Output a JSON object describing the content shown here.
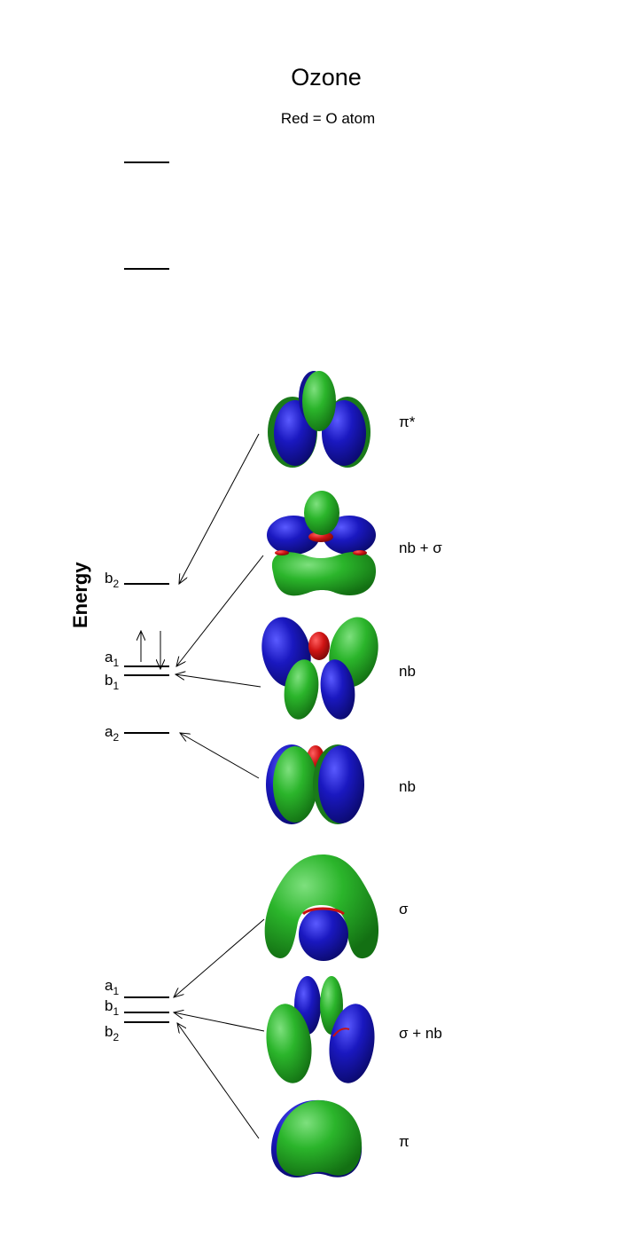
{
  "title": "Ozone",
  "subtitle": "Red = O atom",
  "axis_label": "Energy",
  "levels": [
    {
      "sym": "b",
      "sub": "2"
    },
    {
      "sym": "a",
      "sub": "1"
    },
    {
      "sym": "b",
      "sub": "1"
    },
    {
      "sym": "a",
      "sub": "2"
    },
    {
      "sym": "a",
      "sub": "1"
    },
    {
      "sym": "b",
      "sub": "1"
    },
    {
      "sym": "b",
      "sub": "2"
    }
  ],
  "orbital_labels": [
    "π*",
    "nb + σ",
    "nb",
    "nb",
    "σ",
    "σ + nb",
    "π"
  ],
  "colors": {
    "lobe_blue": "#1a18b5",
    "lobe_green": "#1f9e1f",
    "atom_red": "#c81212",
    "line": "#000000"
  }
}
